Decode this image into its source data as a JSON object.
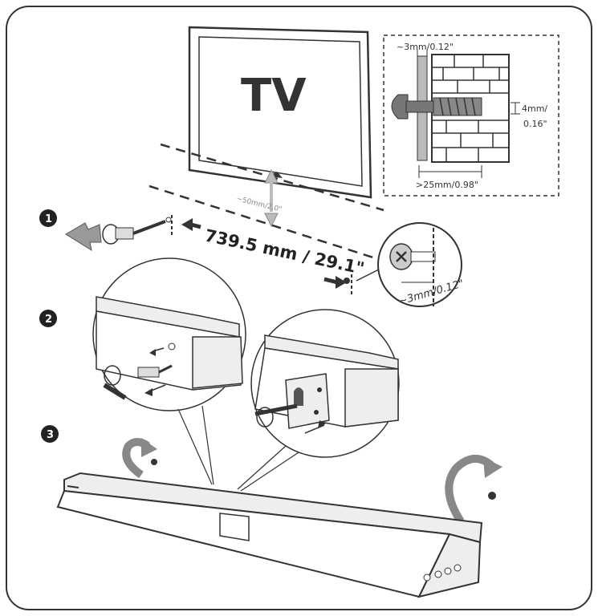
{
  "tv": {
    "label": "TV"
  },
  "gap_label": "~50mm/2.0\"",
  "width_label": "739.5 mm / 29.1\"",
  "steps": [
    "1",
    "2",
    "3"
  ],
  "inset_wall": {
    "top_label": "~3mm/0.12\"",
    "side_label_1": "4mm/",
    "side_label_2": "0.16\"",
    "bottom_label": ">25mm/0.98\""
  },
  "screw_detail": {
    "label": "~3mm/0.12\""
  },
  "colors": {
    "stroke": "#333333",
    "fill_light": "#eeeeee",
    "step_bg": "#222222"
  }
}
